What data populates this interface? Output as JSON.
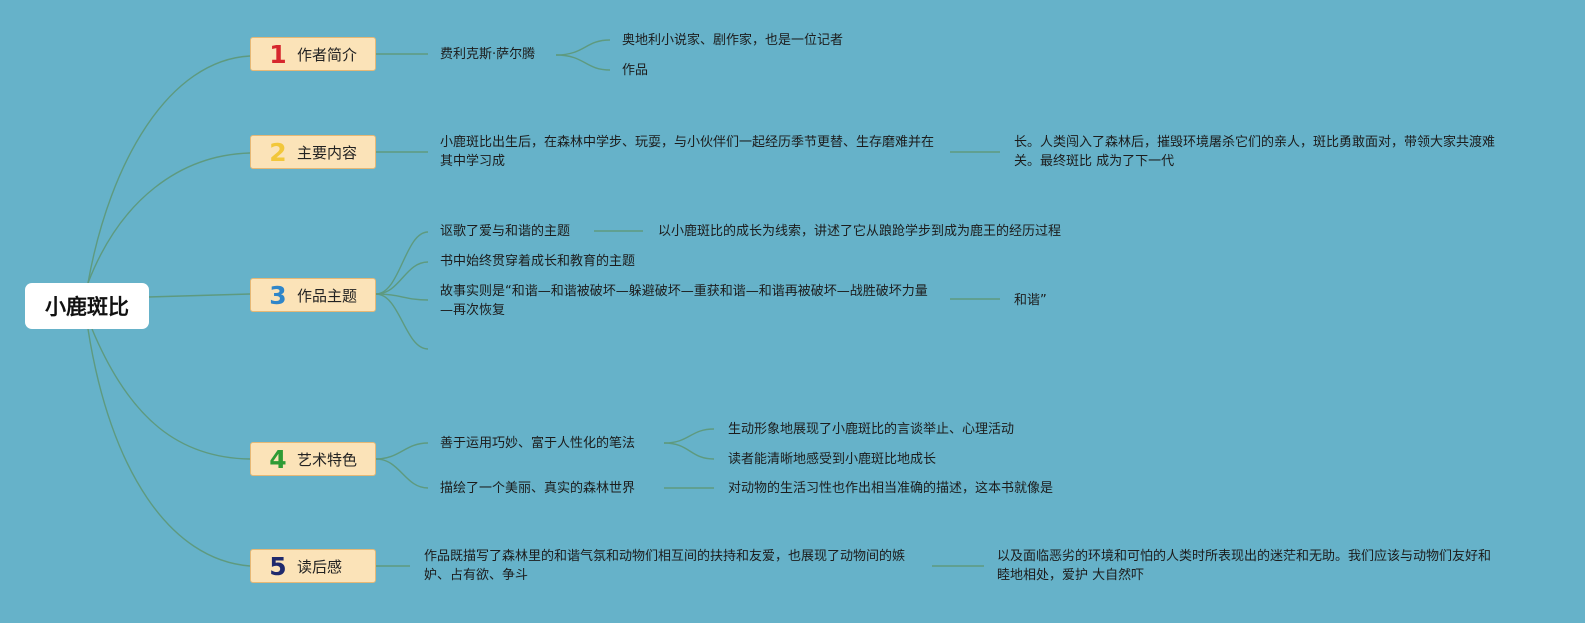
{
  "root": {
    "label": "小鹿斑比"
  },
  "colors": {
    "background": "#66b2c9",
    "line": "#5e9a7f",
    "branch_fill": "#fbe3b8",
    "branch_border": "#e6b875",
    "num_colors": [
      "#d6272d",
      "#f2c73a",
      "#2f86c9",
      "#2e9b34",
      "#1f2a6d"
    ]
  },
  "branches": [
    {
      "num": "1",
      "label": "作者简介",
      "author": "费利克斯·萨尔腾",
      "children": [
        "奥地利小说家、剧作家，也是一位记者",
        "作品"
      ]
    },
    {
      "num": "2",
      "label": "主要内容",
      "text": "小鹿斑比出生后，在森林中学步、玩耍，与小伙伴们一起经历季节更替、生存磨难并在其中学习成",
      "cont": "长。人类闯入了森林后，摧毁环境屠杀它们的亲人，斑比勇敢面对，带领大家共渡难关。最终斑比 成为了下一代"
    },
    {
      "num": "3",
      "label": "作品主题",
      "items": [
        {
          "text": "讴歌了爱与和谐的主题",
          "child": "以小鹿斑比的成长为线索，讲述了它从踉跄学步到成为鹿王的经历过程"
        },
        {
          "text": "书中始终贯穿着成长和教育的主题"
        },
        {
          "text": "故事实则是“和谐—和谐被破坏—躲避破坏—重获和谐—和谐再被破坏—战胜破坏力量—再次恢复",
          "child": "和谐”"
        }
      ]
    },
    {
      "num": "4",
      "label": "艺术特色",
      "items": [
        {
          "text": "善于运用巧妙、富于人性化的笔法",
          "children": [
            "生动形象地展现了小鹿斑比的言谈举止、心理活动",
            "读者能清晰地感受到小鹿斑比地成长"
          ]
        },
        {
          "text": "描绘了一个美丽、真实的森林世界",
          "children": [
            "对动物的生活习性也作出相当准确的描述，这本书就像是"
          ]
        }
      ]
    },
    {
      "num": "5",
      "label": "读后感",
      "text": "作品既描写了森林里的和谐气氛和动物们相互间的扶持和友爱，也展现了动物间的嫉妒、占有欲、争斗",
      "cont": "以及面临恶劣的环境和可怕的人类时所表现出的迷茫和无助。我们应该与动物们友好和睦地相处，爱护 大自然吓"
    }
  ]
}
